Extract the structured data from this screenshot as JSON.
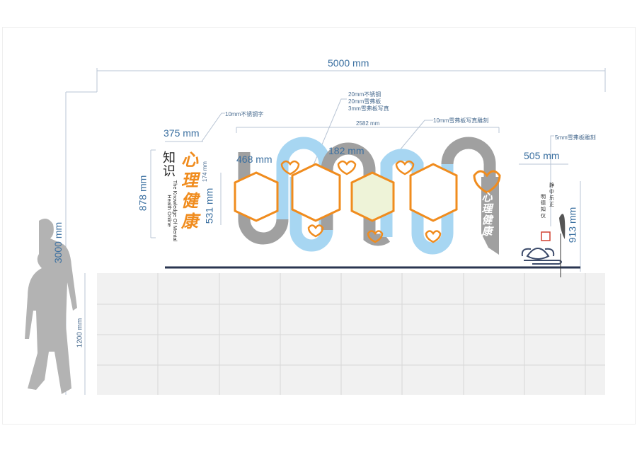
{
  "dimensions": {
    "total_width": "5000 mm",
    "total_height": "3000 mm",
    "base_height": "1200 mm",
    "title_width": "375 mm",
    "title_height": "878 mm",
    "panel_width": "468 mm",
    "panel_height": "531 mm",
    "panel_sub": "174 mm",
    "arc_width": "182 mm",
    "snake_width": "2582 mm",
    "right_width": "505 mm",
    "right_height": "913 mm"
  },
  "notes": {
    "title_material": "10mm不锈钢字",
    "panel_material": [
      "20mm不锈钢",
      "20mm雪弗板",
      "3mm雪弗板写真"
    ],
    "snake_material": "10mm雪弗板写真雕刻",
    "right_material": "5mm雪弗板雕刻"
  },
  "title": {
    "small": "知识",
    "main": "心理健康",
    "english": "The Knowledge Of Mental Health Online"
  },
  "right_poem": [
    "静中乐正",
    "明德知仪"
  ],
  "colors": {
    "orange": "#f08c1e",
    "blue": "#9fd3f0",
    "gray": "#9a9a9a",
    "dim": "#3a6fa0"
  }
}
